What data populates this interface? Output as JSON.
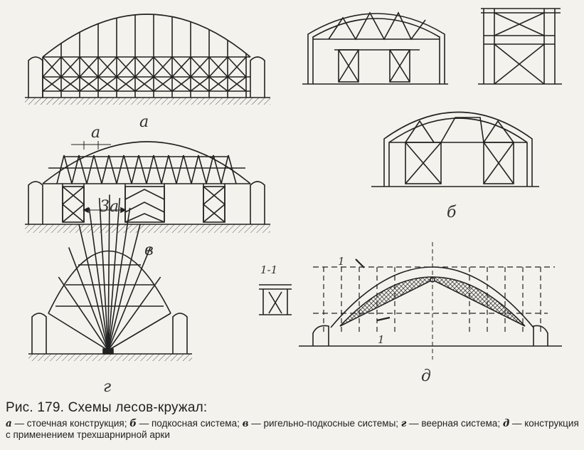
{
  "labels": {
    "a": "а",
    "b": "б",
    "v": "в",
    "g": "г",
    "d": "д",
    "dim_a": "а",
    "dim_3a": "3а",
    "section": "1-1",
    "cut1_top": "1",
    "cut1_bottom": "1"
  },
  "caption": {
    "figure": "Рис. 179. Схемы лесов-кружал:",
    "items": [
      {
        "key": "а",
        "text": " — стоечная конструкция; "
      },
      {
        "key": "б",
        "text": " — подкосная система; "
      },
      {
        "key": "в",
        "text": " — ригельно-подкосные системы; "
      },
      {
        "key": "г",
        "text": " — веерная система; "
      },
      {
        "key": "д",
        "text": " — конструкция с применением трехшарнирной арки"
      }
    ]
  }
}
